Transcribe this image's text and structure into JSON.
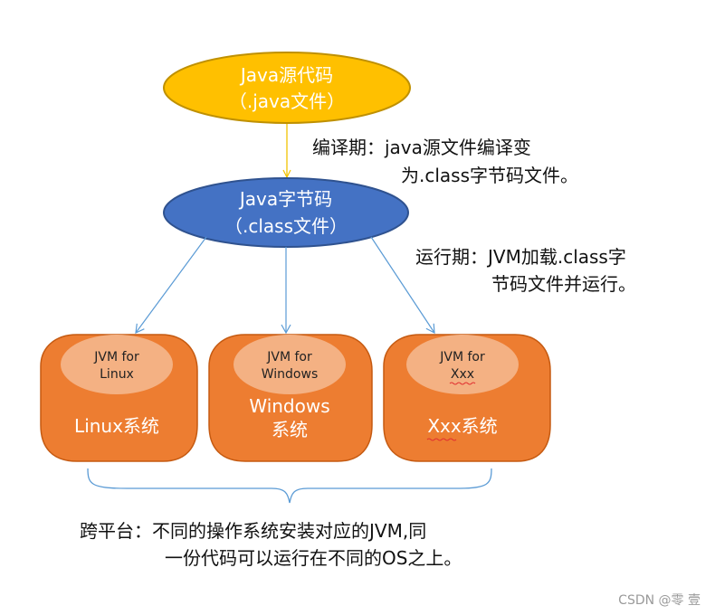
{
  "source_node": {
    "line1": "Java源代码",
    "line2": "（.java文件）"
  },
  "compile_note": {
    "line1": "编译期：java源文件编译变",
    "line2": "为.class字节码文件。"
  },
  "bytecode_node": {
    "line1": "Java字节码",
    "line2": "（.class文件）"
  },
  "runtime_note": {
    "line1": "运行期：JVM加载.class字",
    "line2": "节码文件并运行。"
  },
  "systems": [
    {
      "jvm_line1": "JVM for",
      "jvm_line2": "Linux",
      "os_line1": "Linux系统",
      "os_line2": ""
    },
    {
      "jvm_line1": "JVM for",
      "jvm_line2": "Windows",
      "os_line1": "Windows",
      "os_line2": "系统"
    },
    {
      "jvm_line1": "JVM for",
      "jvm_line2": "Xxx",
      "os_line1": "Xxx系统",
      "os_line2": ""
    }
  ],
  "crossplatform_note": {
    "line1": "跨平台：不同的操作系统安装对应的JVM,同",
    "line2": "一份代码可以运行在不同的OS之上。"
  },
  "watermark": "CSDN @零 壹",
  "colors": {
    "source_fill": "#FFC000",
    "source_stroke": "#BF9000",
    "bytecode_fill": "#4472C4",
    "bytecode_stroke": "#2F528F",
    "system_fill": "#ED7D31",
    "system_stroke": "#C55A11",
    "jvm_fill": "#F4B183",
    "arrow_yellow": "#F2C200",
    "arrow_blue": "#5B9BD5",
    "brace": "#5B9BD5"
  }
}
